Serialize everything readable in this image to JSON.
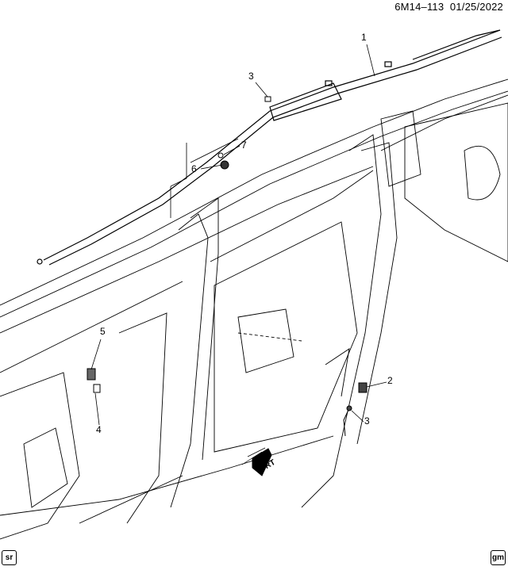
{
  "header": {
    "diagram_id": "6M14–113",
    "date": "01/25/2022"
  },
  "callouts": [
    {
      "label": "1"
    },
    {
      "label": "3"
    },
    {
      "label": "7"
    },
    {
      "label": "6"
    },
    {
      "label": "5"
    },
    {
      "label": "4"
    },
    {
      "label": "2"
    },
    {
      "label": "3"
    }
  ],
  "direction_indicator": {
    "label": "FRT"
  },
  "footer": {
    "left_badge": "sr",
    "right_badge": "gm"
  }
}
